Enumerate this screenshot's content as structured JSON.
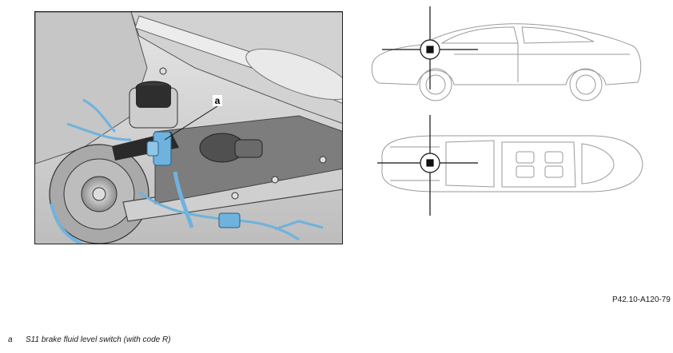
{
  "figure": {
    "callout_letter": "a",
    "reference_code": "P42.10-A120-79"
  },
  "legend": [
    {
      "key": "a",
      "text": "S11 brake fluid level switch (with code R)"
    }
  ],
  "colors": {
    "highlight": "#6fb2dd",
    "outline": "#2a2a2a",
    "vehicle_line": "#9a9a9a"
  }
}
